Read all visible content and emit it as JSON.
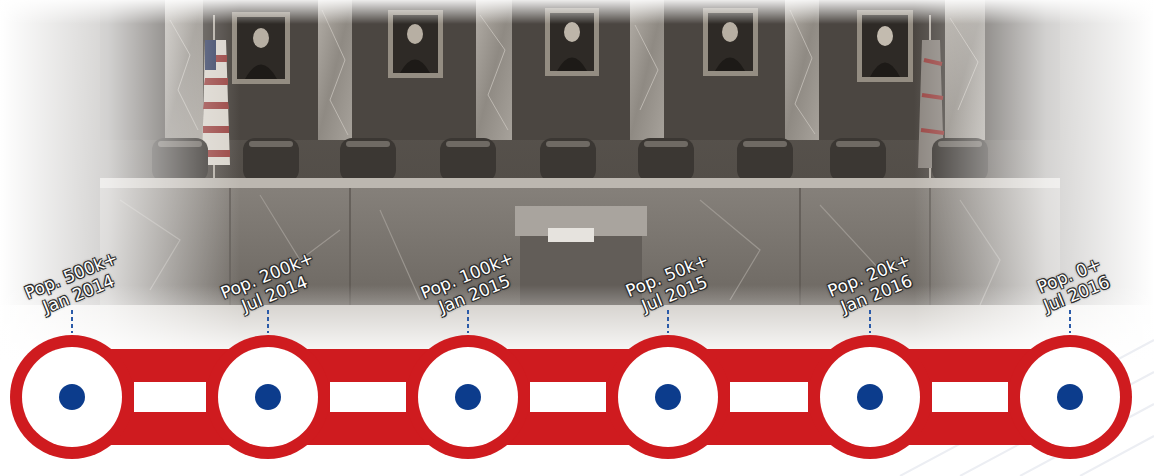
{
  "diagram": {
    "nodes": [
      {
        "text": [
          "Pop. 500k+ Jan 2014"
        ]
      },
      {
        "text": [
          "Pop. 200k+ Jul 2014"
        ]
      },
      {
        "text": [
          "Pop. 100k+ Jan 2015"
        ]
      },
      {
        "text": [
          "Pop. 50k+ Jul 2015"
        ]
      },
      {
        "text": [
          "Pop. 20k+ Jan 2016"
        ]
      },
      {
        "text": [
          "Pop. 0+ Jul 2016"
        ]
      }
    ],
    "edges": [
      {
        "from": 0,
        "to": 1,
        "arrow": "none"
      },
      {
        "from": 1,
        "to": 2,
        "arrow": "none"
      },
      {
        "from": 2,
        "to": 3,
        "arrow": "none"
      },
      {
        "from": 3,
        "to": 4,
        "arrow": "none"
      },
      {
        "from": 4,
        "to": 5,
        "arrow": "none"
      }
    ]
  }
}
